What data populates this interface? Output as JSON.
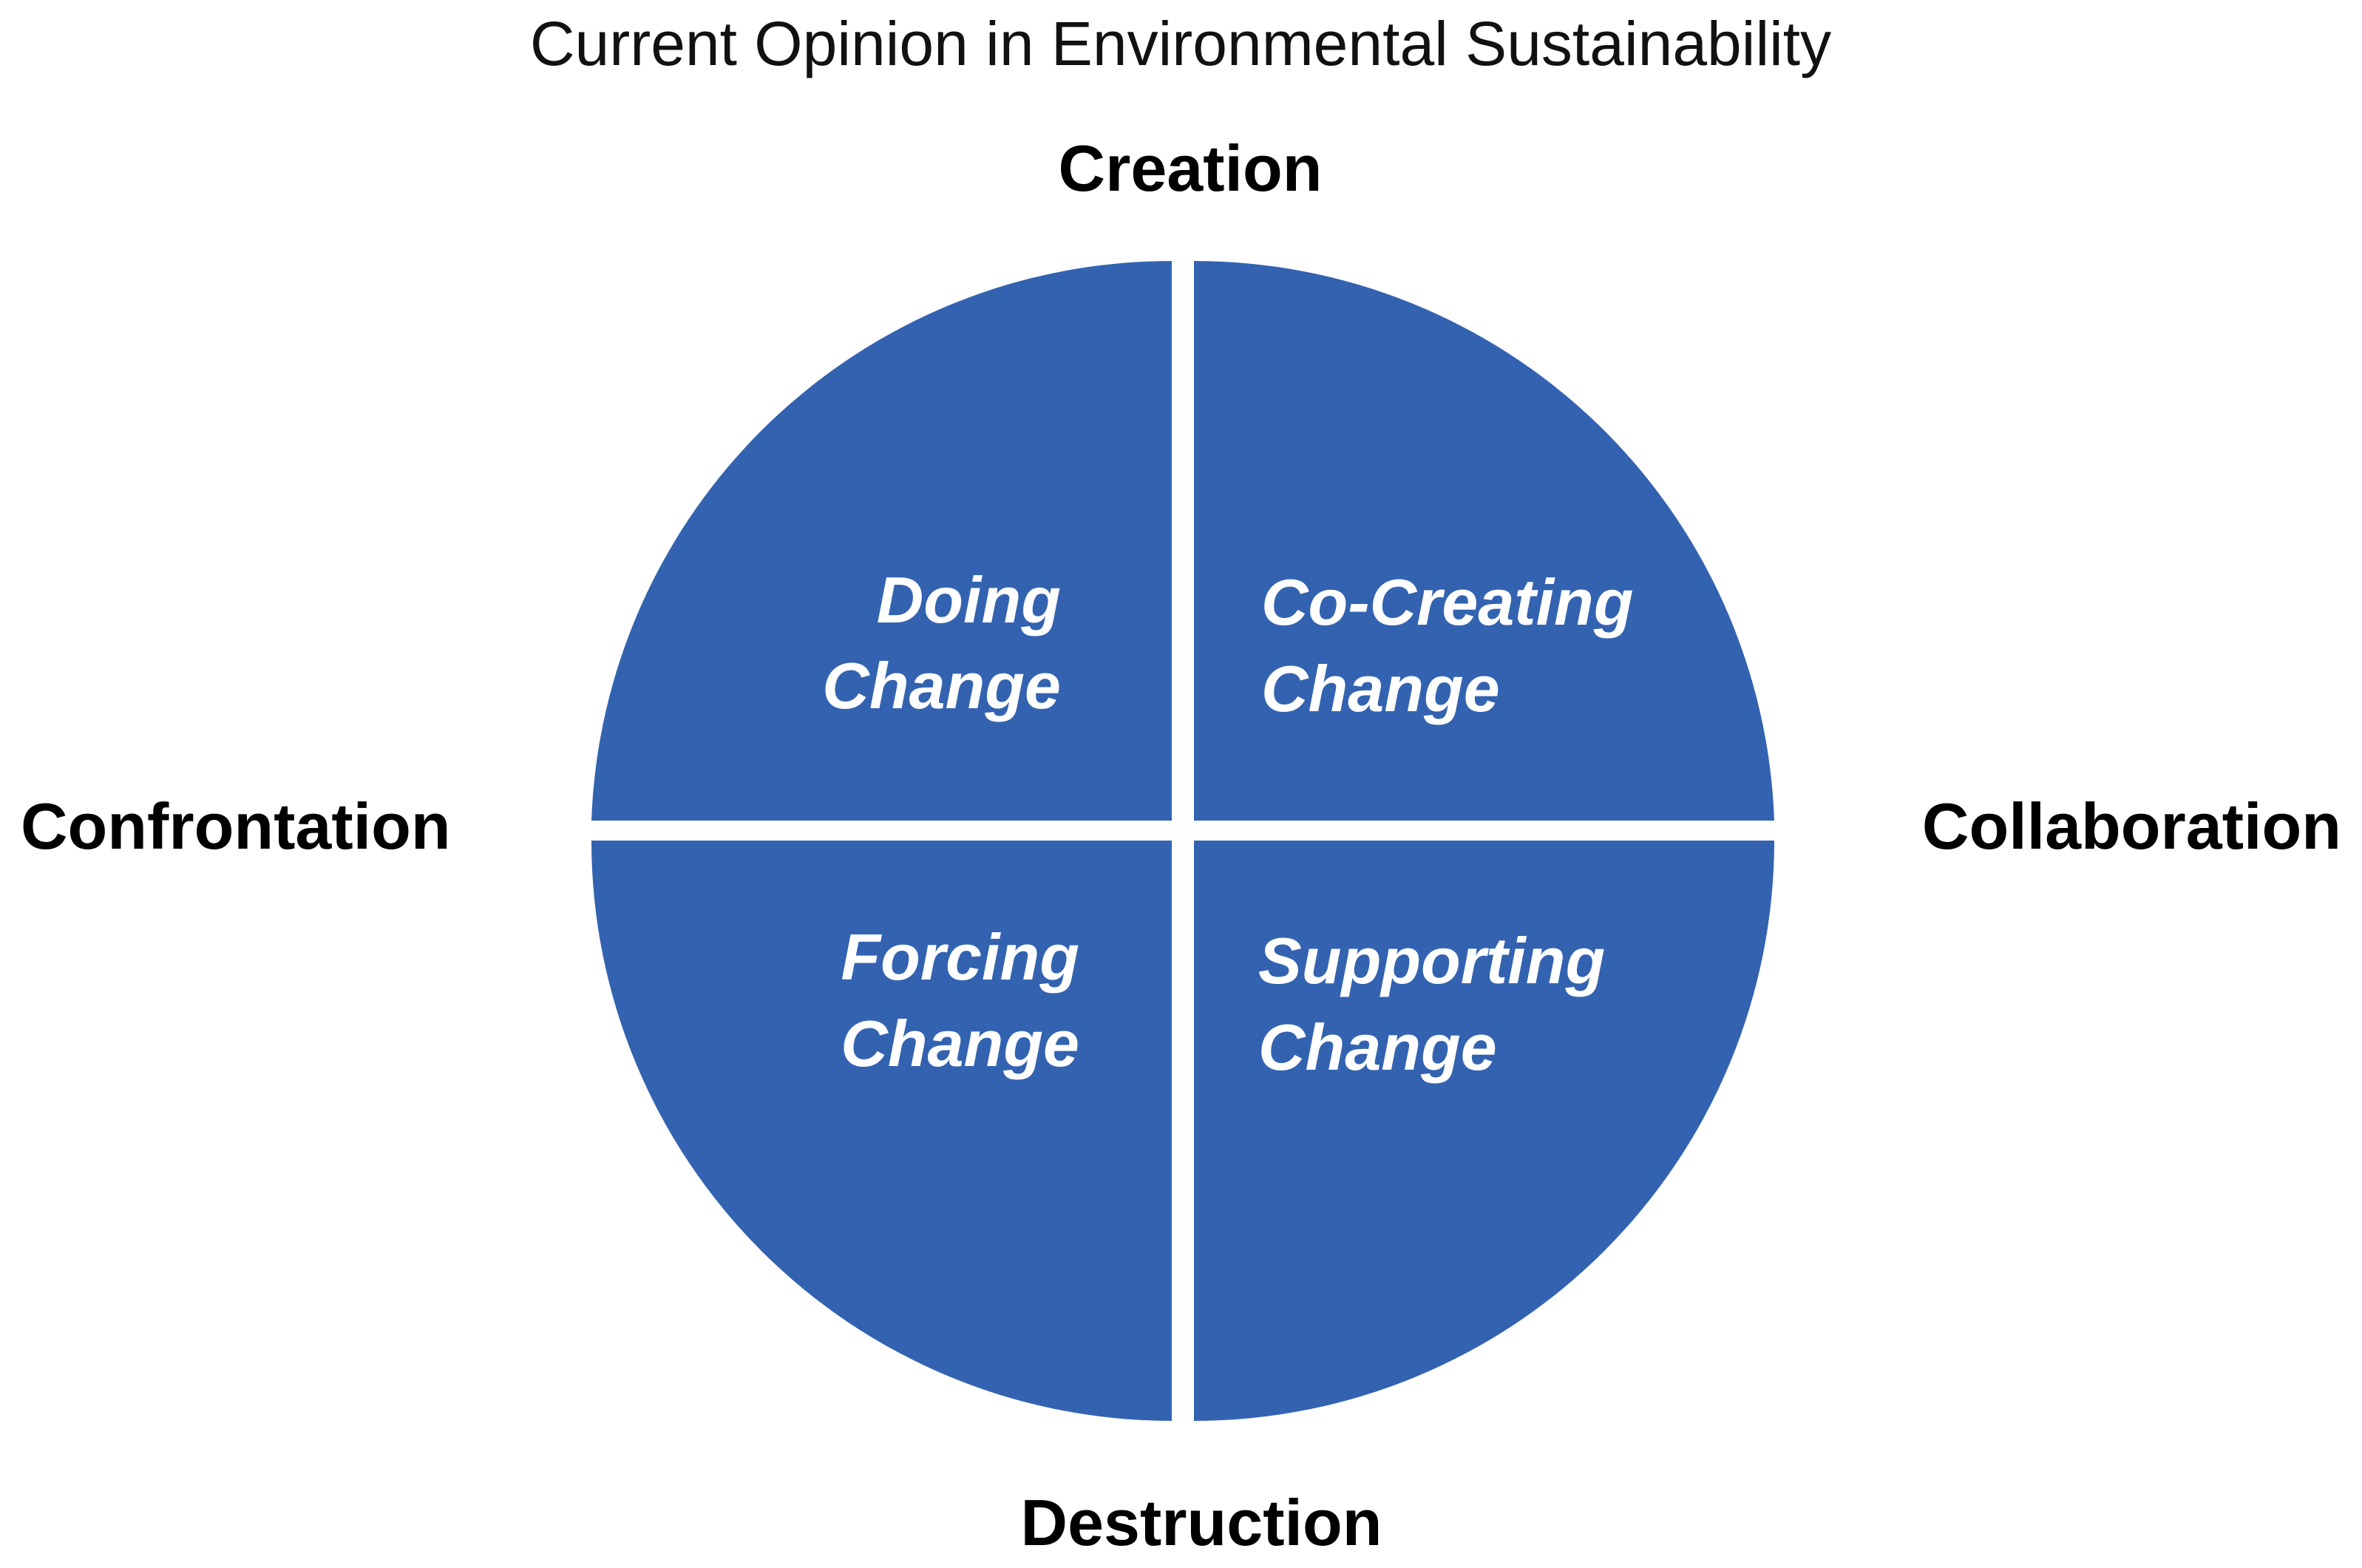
{
  "header": {
    "journal_title": "Current Opinion in Environmental Sustainability"
  },
  "axes": {
    "top": "Creation",
    "bottom": "Destruction",
    "left": "Confrontation",
    "right": "Collaboration"
  },
  "quadrants": {
    "top_left": {
      "line1": "Doing",
      "line2": "Change"
    },
    "top_right": {
      "line1": "Co-Creating",
      "line2": "Change"
    },
    "bottom_left": {
      "line1": "Forcing",
      "line2": "Change"
    },
    "bottom_right": {
      "line1": "Supporting",
      "line2": "Change"
    }
  },
  "colors": {
    "quadrant_fill": "#3363B0",
    "divider": "#ffffff",
    "background": "#ffffff"
  }
}
